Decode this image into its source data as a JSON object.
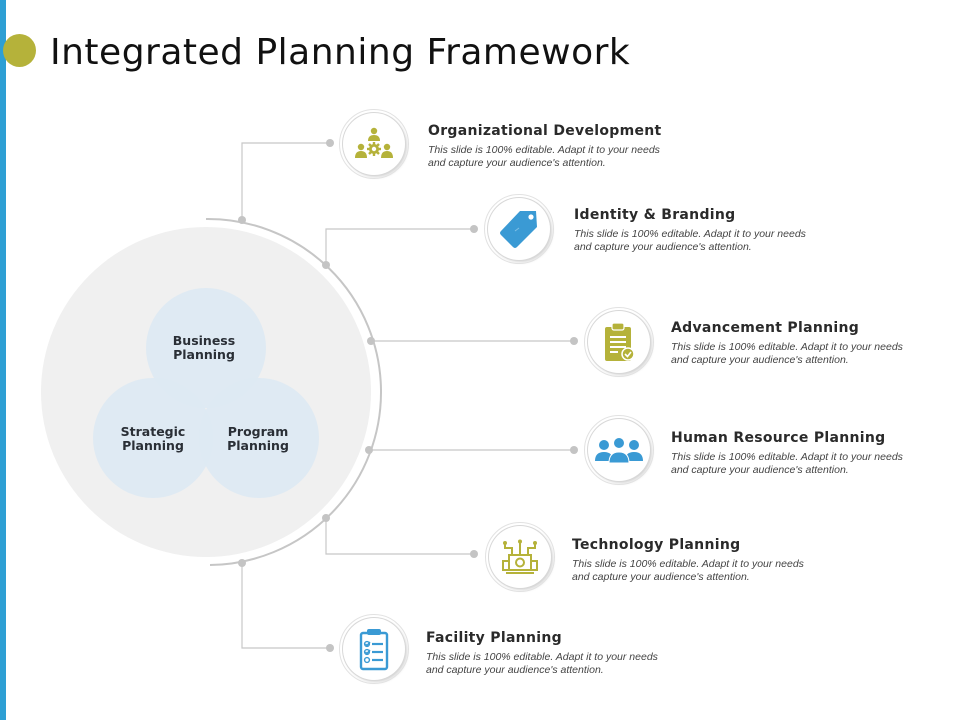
{
  "slide": {
    "title": "Integrated Planning Framework",
    "colors": {
      "accent_bar": "#2e9fd4",
      "title_dot": "#b5b23a",
      "olive_icon": "#b5b23a",
      "blue_icon": "#3a9ad4",
      "venn_fill": "#dde9f3",
      "outer_circle": "#f0f0f0",
      "connector": "#c8c8c8"
    }
  },
  "venn": {
    "circles": [
      {
        "label_line1": "Business",
        "label_line2": "Planning"
      },
      {
        "label_line1": "Strategic",
        "label_line2": "Planning"
      },
      {
        "label_line1": "Program",
        "label_line2": "Planning"
      }
    ]
  },
  "items": [
    {
      "title": "Organizational  Development",
      "icon": "team-gear-icon",
      "desc_line1": "This slide is 100% editable. Adapt it to your needs",
      "desc_line2": "and capture your audience's attention."
    },
    {
      "title": "Identity & Branding",
      "icon": "tag-icon",
      "desc_line1": "This slide is 100% editable. Adapt it to your needs",
      "desc_line2": "and capture your audience's attention."
    },
    {
      "title": "Advancement  Planning",
      "icon": "clipboard-check-icon",
      "desc_line1": "This slide is 100% editable. Adapt it to your needs",
      "desc_line2": "and capture your audience's attention."
    },
    {
      "title": "Human  Resource Planning",
      "icon": "people-group-icon",
      "desc_line1": "This slide is 100% editable. Adapt it to your needs",
      "desc_line2": "and capture your audience's attention."
    },
    {
      "title": "Technology Planning",
      "icon": "circuit-board-icon",
      "desc_line1": "This slide is 100% editable. Adapt it to your needs",
      "desc_line2": "and capture your audience's attention."
    },
    {
      "title": "Facility  Planning",
      "icon": "checklist-icon",
      "desc_line1": "This slide is 100% editable. Adapt it to your needs",
      "desc_line2": "and capture your audience's attention."
    }
  ]
}
